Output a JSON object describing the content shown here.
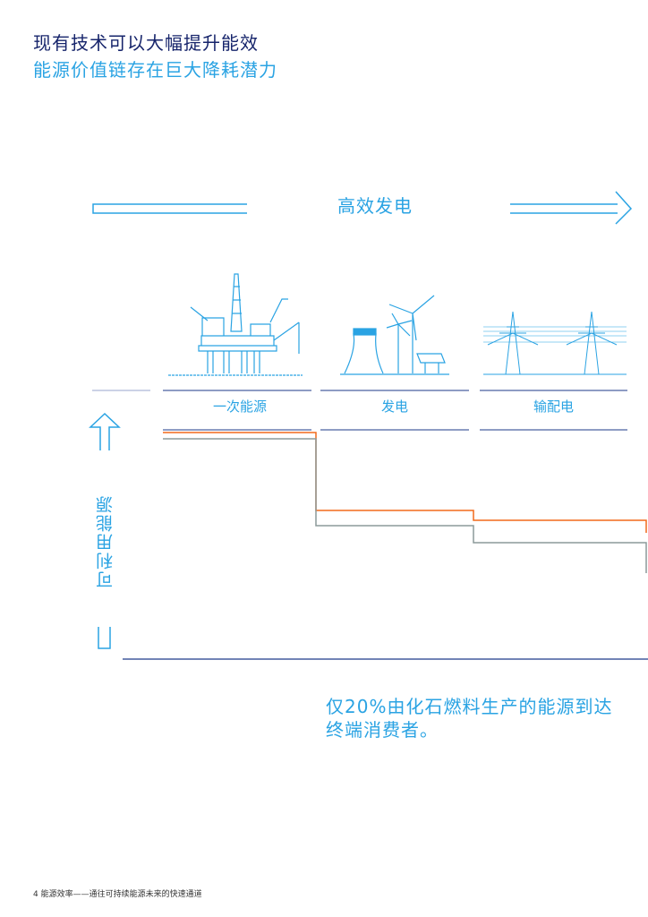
{
  "header": {
    "title": "现有技术可以大幅提升能效",
    "subtitle": "能源价值链存在巨大降耗潜力"
  },
  "diagram": {
    "flow_label": "高效发电",
    "stages": [
      {
        "label": "一次能源",
        "icon": "offshore-oil-platform-icon"
      },
      {
        "label": "发电",
        "icon": "power-plant-wind-solar-icon"
      },
      {
        "label": "输配电",
        "icon": "transmission-tower-icon"
      }
    ],
    "y_axis_label": "可利用能源",
    "colors": {
      "navy": "#1e3a8a",
      "blue": "#2aa3e3",
      "orange": "#f26a1b",
      "gray": "#8c9a9a"
    },
    "note": "仅20%由化石燃料生产的能源到达终端消费者。"
  },
  "footer": {
    "text": "4 能源效率——通往可持续能源未来的快速通道"
  }
}
